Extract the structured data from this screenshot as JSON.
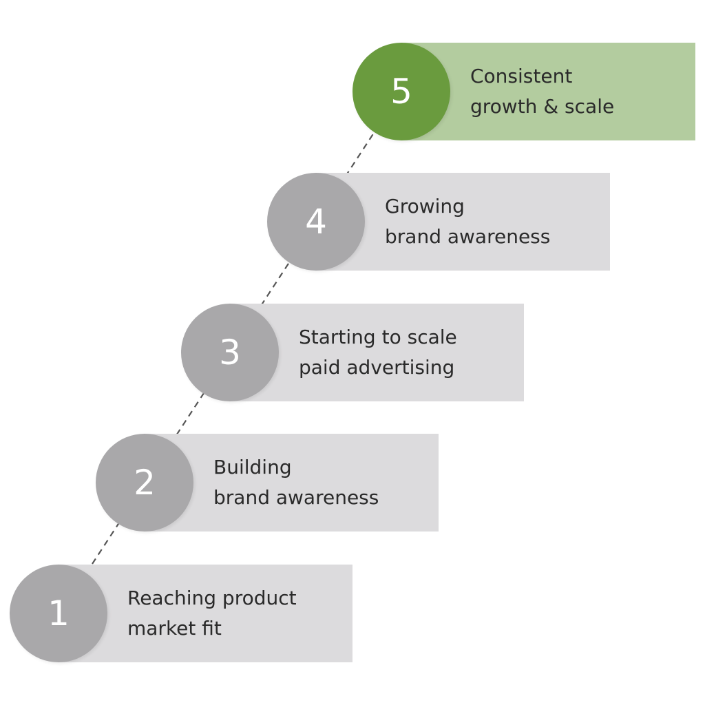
{
  "colors": {
    "inactive_circle": "#a9a8aa",
    "inactive_bar": "#dcdbdd",
    "active_circle": "#6a9b3e",
    "active_bar": "#b3cc9f",
    "connector": "#555555",
    "text": "#2a2a2a"
  },
  "steps": [
    {
      "number": "1",
      "line1": "Reaching product",
      "line2": "market fit",
      "highlighted": false
    },
    {
      "number": "2",
      "line1": "Building",
      "line2": "brand awareness",
      "highlighted": false
    },
    {
      "number": "3",
      "line1": "Starting to scale",
      "line2": "paid advertising",
      "highlighted": false
    },
    {
      "number": "4",
      "line1": "Growing",
      "line2": "brand awareness",
      "highlighted": false
    },
    {
      "number": "5",
      "line1": "Consistent",
      "line2": "growth & scale",
      "highlighted": true
    }
  ]
}
